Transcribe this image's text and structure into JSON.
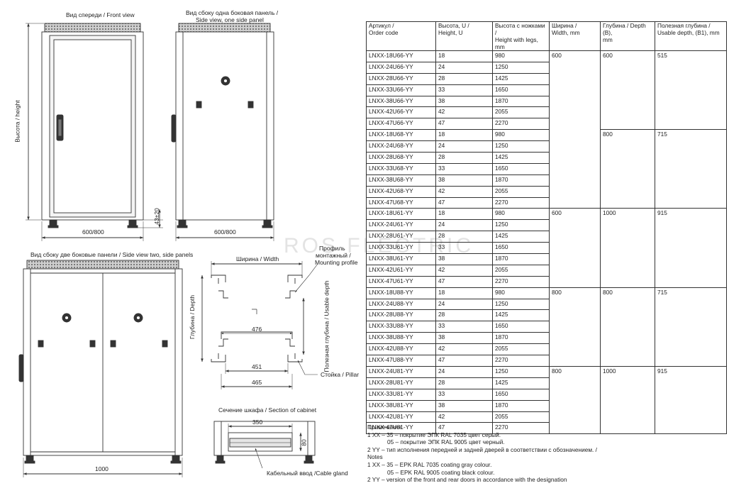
{
  "labels": {
    "front_view": "Вид спереди / Front view",
    "side_view_one_l1": "Вид сбоку одна боковая панель /",
    "side_view_one_l2": "Side view, one side panel",
    "side_view_two": "Вид сбоку две боковые панели / Side view two,  side panels",
    "height": "Высота / height",
    "front_width": "600/800",
    "side_width": "600/800",
    "legs": "43±20",
    "two_width": "1000",
    "top_width": "Ширина / Width",
    "profile_l1": "Профиль",
    "profile_l2": "монтажный /",
    "profile_l3": "Mounting profile",
    "depth": "Глубина / Depth",
    "usable_depth": "Полезная глубина / Usable depth",
    "dim_476": "476",
    "dim_451": "451",
    "dim_465": "465",
    "pillar": "Стойка / Pillar",
    "section": "Сечение шкафа / Section of cabinet",
    "dim_350": "350",
    "dim_80": "80",
    "cable_gland": "Кабельный ввод /Cable gland"
  },
  "watermark": "ROS        FLECTRIC",
  "table": {
    "headers": [
      [
        "Артикул /",
        "Order code"
      ],
      [
        "Высота, U /",
        "Height, U"
      ],
      [
        "Высота с ножками /",
        "Height with legs, mm"
      ],
      [
        "Ширина /",
        "Width, mm"
      ],
      [
        "Глубина / Depth (B),",
        "mm"
      ],
      [
        "Полезная глубина /",
        "Usable depth, (B1), mm"
      ]
    ],
    "groups": [
      {
        "width": "600",
        "depth": "600",
        "usable": "515",
        "rows": [
          [
            "LNXX-18U66-YY",
            "18",
            "980"
          ],
          [
            "LNXX-24U66-YY",
            "24",
            "1250"
          ],
          [
            "LNXX-28U66-YY",
            "28",
            "1425"
          ],
          [
            "LNXX-33U66-YY",
            "33",
            "1650"
          ],
          [
            "LNXX-38U66-YY",
            "38",
            "1870"
          ],
          [
            "LNXX-42U66-YY",
            "42",
            "2055"
          ],
          [
            "LNXX-47U66-YY",
            "47",
            "2270"
          ]
        ]
      },
      {
        "width": "",
        "depth": "800",
        "usable": "715",
        "rows": [
          [
            "LNXX-18U68-YY",
            "18",
            "980"
          ],
          [
            "LNXX-24U68-YY",
            "24",
            "1250"
          ],
          [
            "LNXX-28U68-YY",
            "28",
            "1425"
          ],
          [
            "LNXX-33U68-YY",
            "33",
            "1650"
          ],
          [
            "LNXX-38U68-YY",
            "38",
            "1870"
          ],
          [
            "LNXX-42U68-YY",
            "42",
            "2055"
          ],
          [
            "LNXX-47U68-YY",
            "47",
            "2270"
          ]
        ]
      },
      {
        "width": "600",
        "depth": "1000",
        "usable": "915",
        "rows": [
          [
            "LNXX-18U61-YY",
            "18",
            "980"
          ],
          [
            "LNXX-24U61-YY",
            "24",
            "1250"
          ],
          [
            "LNXX-28U61-YY",
            "28",
            "1425"
          ],
          [
            "LNXX-33U61-YY",
            "33",
            "1650"
          ],
          [
            "LNXX-38U61-YY",
            "38",
            "1870"
          ],
          [
            "LNXX-42U61-YY",
            "42",
            "2055"
          ],
          [
            "LNXX-47U61-YY",
            "47",
            "2270"
          ]
        ]
      },
      {
        "width": "800",
        "depth": "800",
        "usable": "715",
        "rows": [
          [
            "LNXX-18U88-YY",
            "18",
            "980"
          ],
          [
            "LNXX-24U88-YY",
            "24",
            "1250"
          ],
          [
            "LNXX-28U88-YY",
            "28",
            "1425"
          ],
          [
            "LNXX-33U88-YY",
            "33",
            "1650"
          ],
          [
            "LNXX-38U88-YY",
            "38",
            "1870"
          ],
          [
            "LNXX-42U88-YY",
            "42",
            "2055"
          ],
          [
            "LNXX-47U88-YY",
            "47",
            "2270"
          ]
        ]
      },
      {
        "width": "800",
        "depth": "1000",
        "usable": "915",
        "rows": [
          [
            "LNXX-24U81-YY",
            "24",
            "1250"
          ],
          [
            "LNXX-28U81-YY",
            "28",
            "1425"
          ],
          [
            "LNXX-33U81-YY",
            "33",
            "1650"
          ],
          [
            "LNXX-38U81-YY",
            "38",
            "1870"
          ],
          [
            "LNXX-42U81-YY",
            "42",
            "2055"
          ],
          [
            "LNXX-47U81-YY",
            "47",
            "2270"
          ]
        ]
      }
    ]
  },
  "notes": [
    {
      "text": "Примечания",
      "indent": false
    },
    {
      "text": "1 XX – 35 – покрытие ЭПК RAL 7035 цвет серый.",
      "indent": false
    },
    {
      "text": "05 – покрытие ЭПК RAL 9005 цвет черный.",
      "indent": true
    },
    {
      "text": "2 YY – тип исполнения передней и задней дверей в соответствии с обозначением. /",
      "indent": false
    },
    {
      "text": "Notes",
      "indent": false
    },
    {
      "text": "1 XX – 35 – EPK RAL 7035 coating gray colour.",
      "indent": false
    },
    {
      "text": "05 – EPK RAL 9005 coating black colour.",
      "indent": true
    },
    {
      "text": "2 YY – version of the front and rear doors in accordance with the designation",
      "indent": false
    }
  ]
}
